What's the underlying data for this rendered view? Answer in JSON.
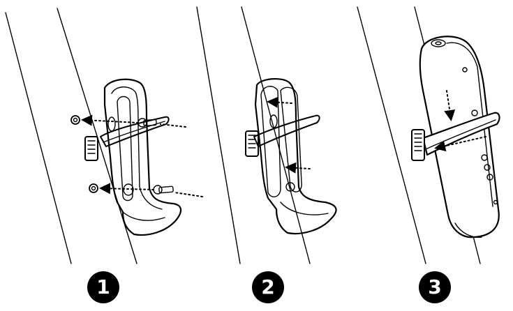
{
  "steps": [
    {
      "number": "1",
      "panel": "mount-bracket-with-screws"
    },
    {
      "number": "2",
      "panel": "insert-into-bracket"
    },
    {
      "number": "3",
      "panel": "secure-with-strap"
    }
  ],
  "colors": {
    "line": "#000000",
    "background": "#ffffff",
    "badge_fill": "#000000",
    "badge_text": "#ffffff"
  },
  "icons": [
    "screw-icon",
    "washer-icon",
    "direction-arrow-icon"
  ]
}
